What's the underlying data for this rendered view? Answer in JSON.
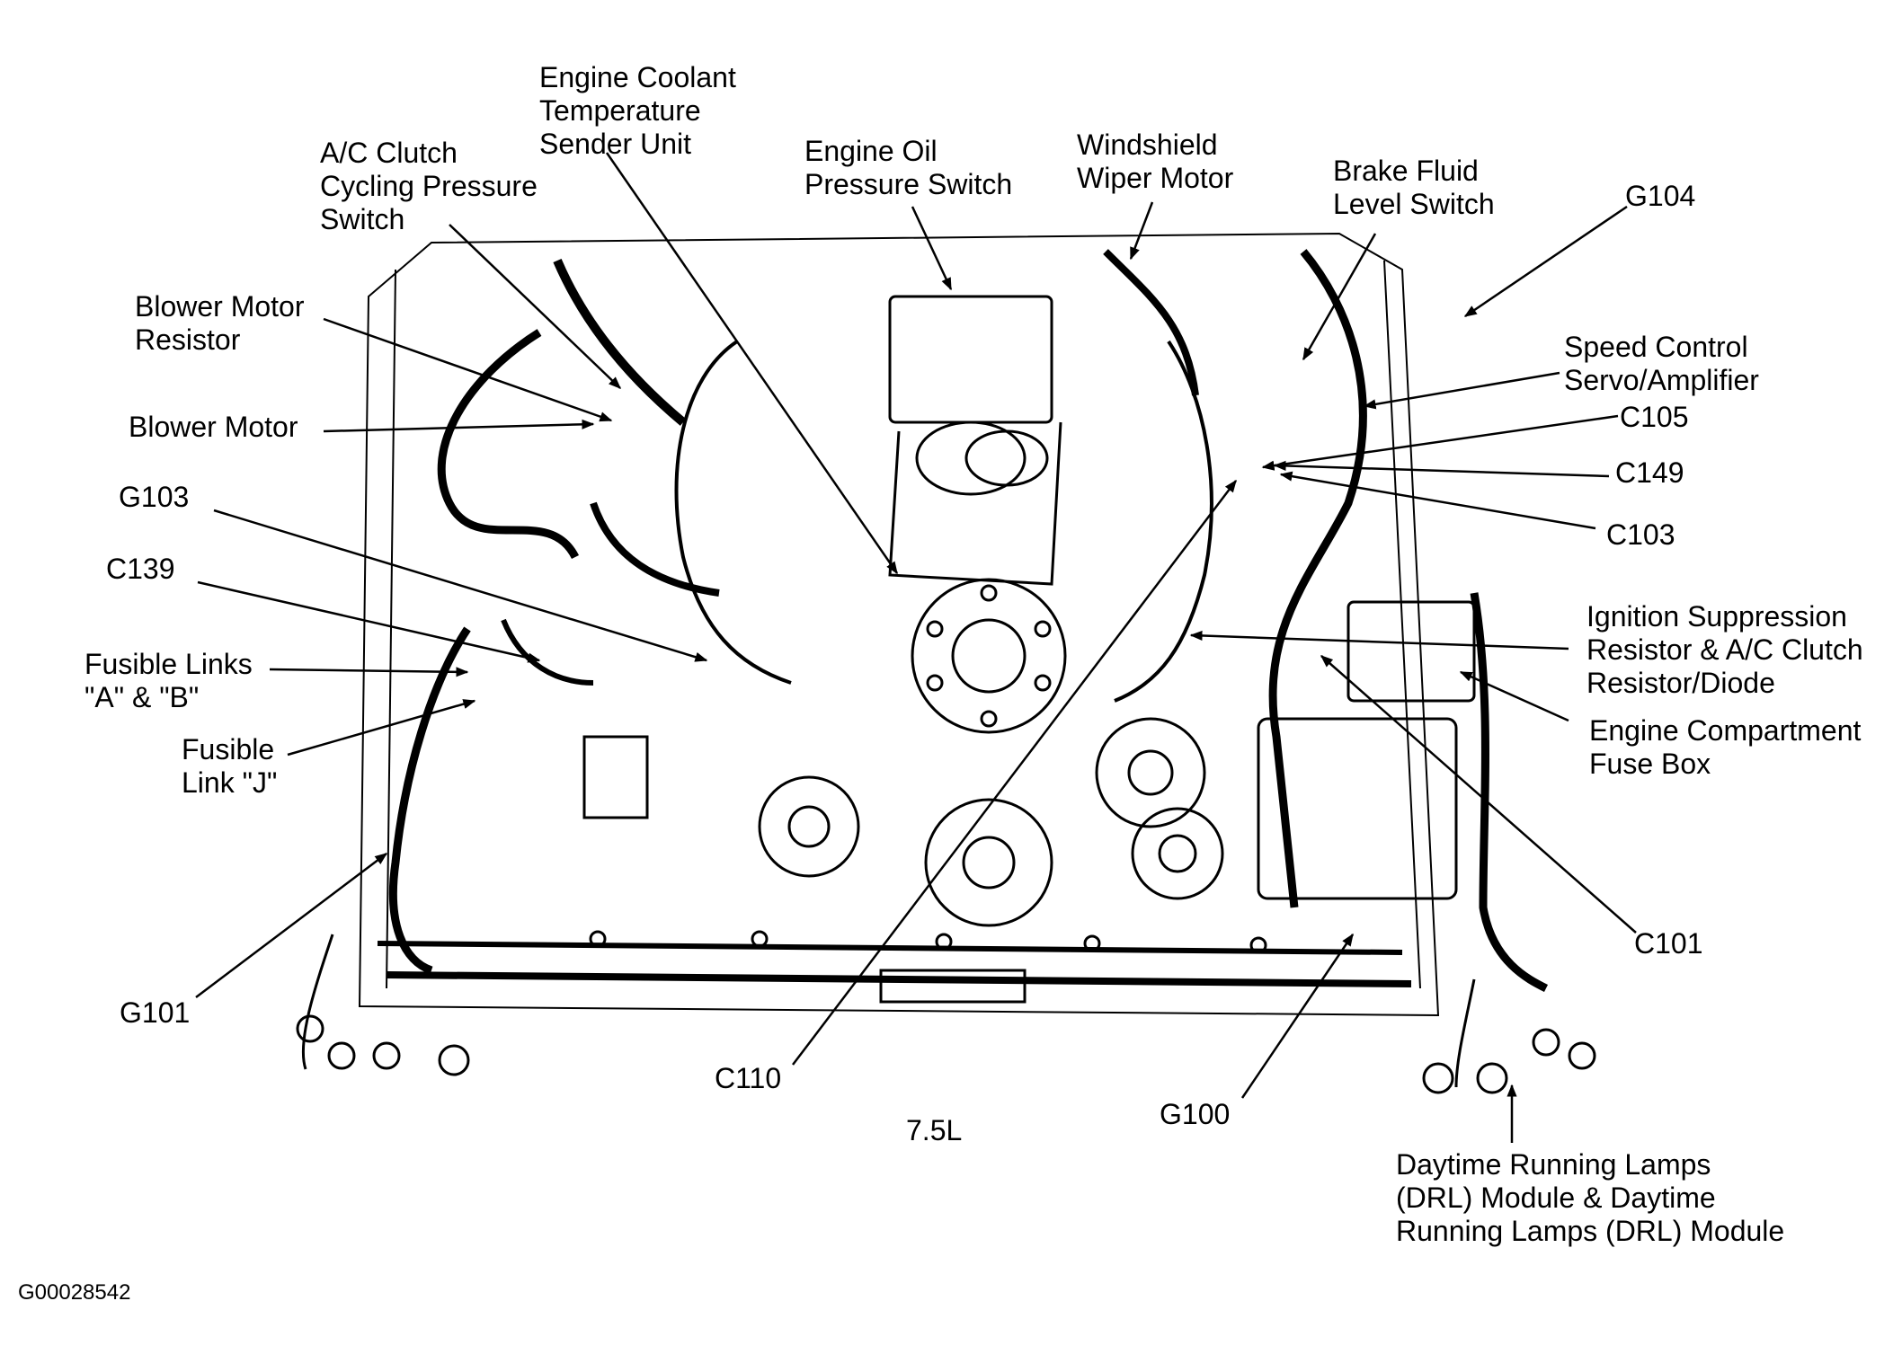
{
  "diagram": {
    "caption": "7.5L",
    "figure_id": "G00028542",
    "callouts": {
      "ect_sender": "Engine Coolant\nTemperature\nSender Unit",
      "ac_clutch_switch": "A/C Clutch\nCycling Pressure\nSwitch",
      "oil_pressure": "Engine Oil\nPressure Switch",
      "wiper_motor": "Windshield\nWiper Motor",
      "brake_fluid": "Brake Fluid\nLevel Switch",
      "g104": "G104",
      "blower_resistor": "Blower Motor\nResistor",
      "speed_control": "Speed Control\nServo/Amplifier",
      "blower_motor": "Blower Motor",
      "c105": "C105",
      "c149": "C149",
      "g103": "G103",
      "c103": "C103",
      "c139": "C139",
      "ignition_suppression": "Ignition Suppression\nResistor & A/C Clutch\nResistor/Diode",
      "fusible_ab": "Fusible Links\n\"A\" & \"B\"",
      "fuse_box": "Engine Compartment\nFuse Box",
      "fusible_j": "Fusible\nLink \"J\"",
      "c101": "C101",
      "g101": "G101",
      "c110": "C110",
      "g100": "G100",
      "drl": "Daytime Running Lamps\n(DRL) Module & Daytime\nRunning Lamps (DRL) Module"
    }
  }
}
